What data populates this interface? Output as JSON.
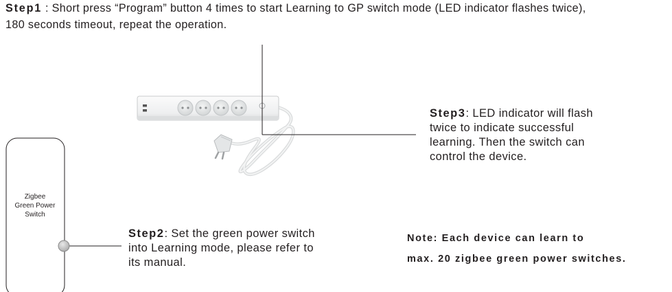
{
  "intro": {
    "step_label": "Step1",
    "line1_rest": " : Short press “Program” button 4 times to start Learning to GP switch mode (LED indicator flashes twice),",
    "line2": "180 seconds timeout, repeat the operation."
  },
  "step3": {
    "label": "Step3",
    "text": ": LED indicator will flash twice to indicate successful learning. Then the switch can control the device."
  },
  "step2": {
    "label": "Step2",
    "text": ": Set the green power switch into Learning mode, please refer to its manual."
  },
  "note": {
    "line1": "Note: Each device can learn to",
    "line2": "max. 20 zigbee green power switches."
  },
  "switch": {
    "line1": "Zigbee",
    "line2": "Green Power",
    "line3": "Switch"
  },
  "colors": {
    "text": "#231f20",
    "line": "#231f20",
    "strip_body": "#f4f5f5",
    "strip_edge": "#c9cbcc",
    "socket": "#e2e4e5",
    "cable": "#e9ebec",
    "button": "#c8c8c8"
  }
}
